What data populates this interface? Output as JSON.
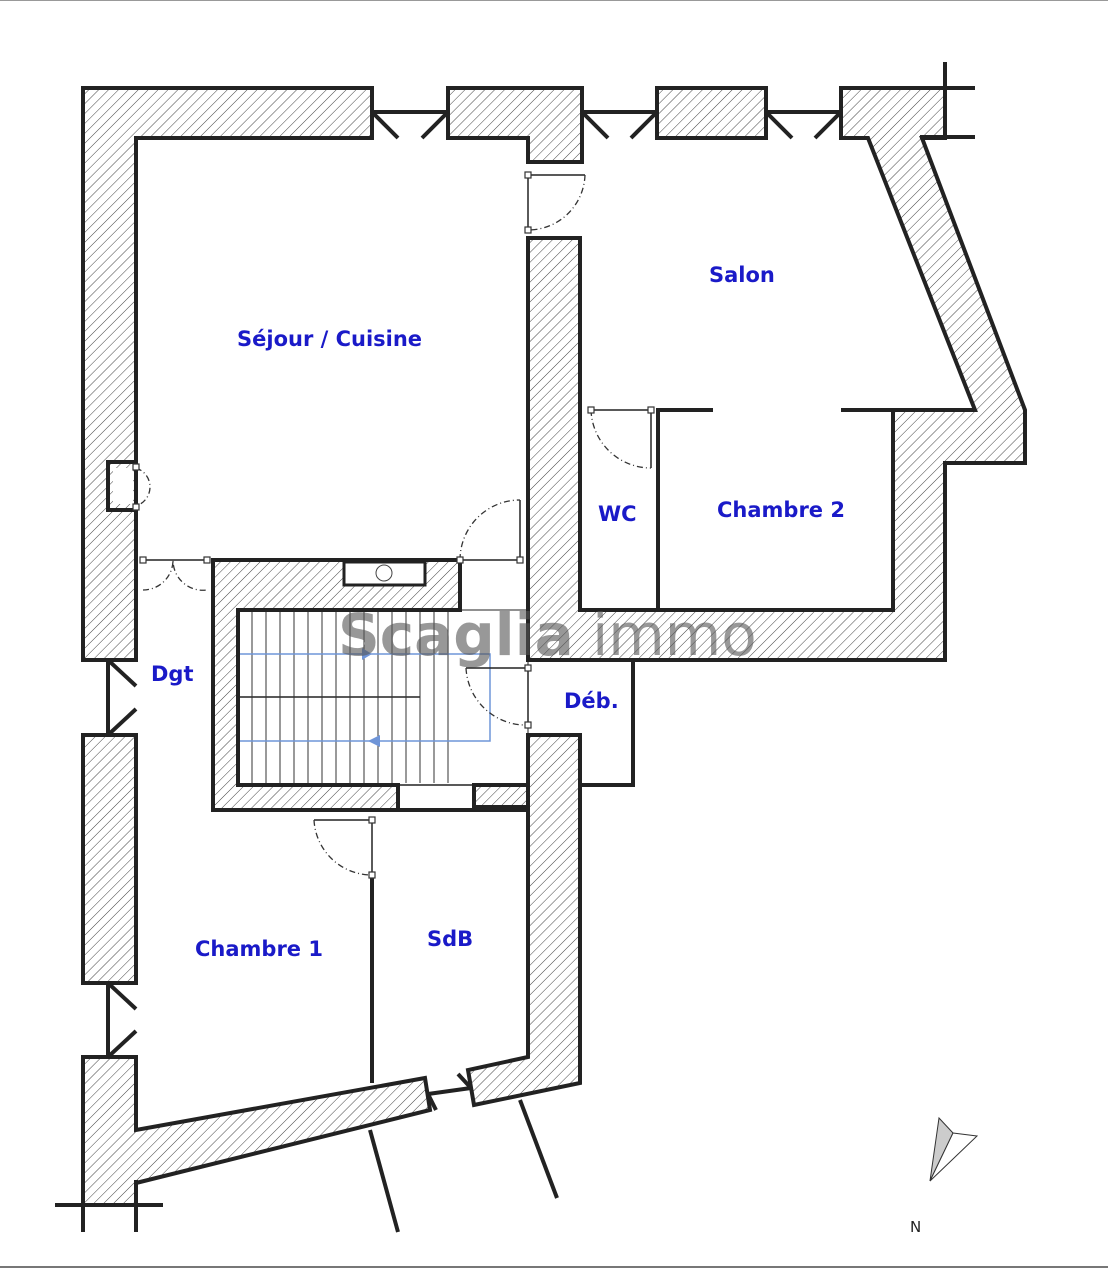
{
  "rooms": {
    "sejour": "Séjour / Cuisine",
    "salon": "Salon",
    "wc": "WC",
    "chambre2": "Chambre 2",
    "dgt": "Dgt",
    "deb": "Déb.",
    "chambre1": "Chambre 1",
    "sdb": "SdB"
  },
  "watermark": {
    "brand": "Scaglia",
    "suffix": " immo"
  },
  "compass": {
    "label": "N"
  },
  "colors": {
    "label": "#1a1ac8",
    "stair_arrow": "#6f95d8"
  }
}
